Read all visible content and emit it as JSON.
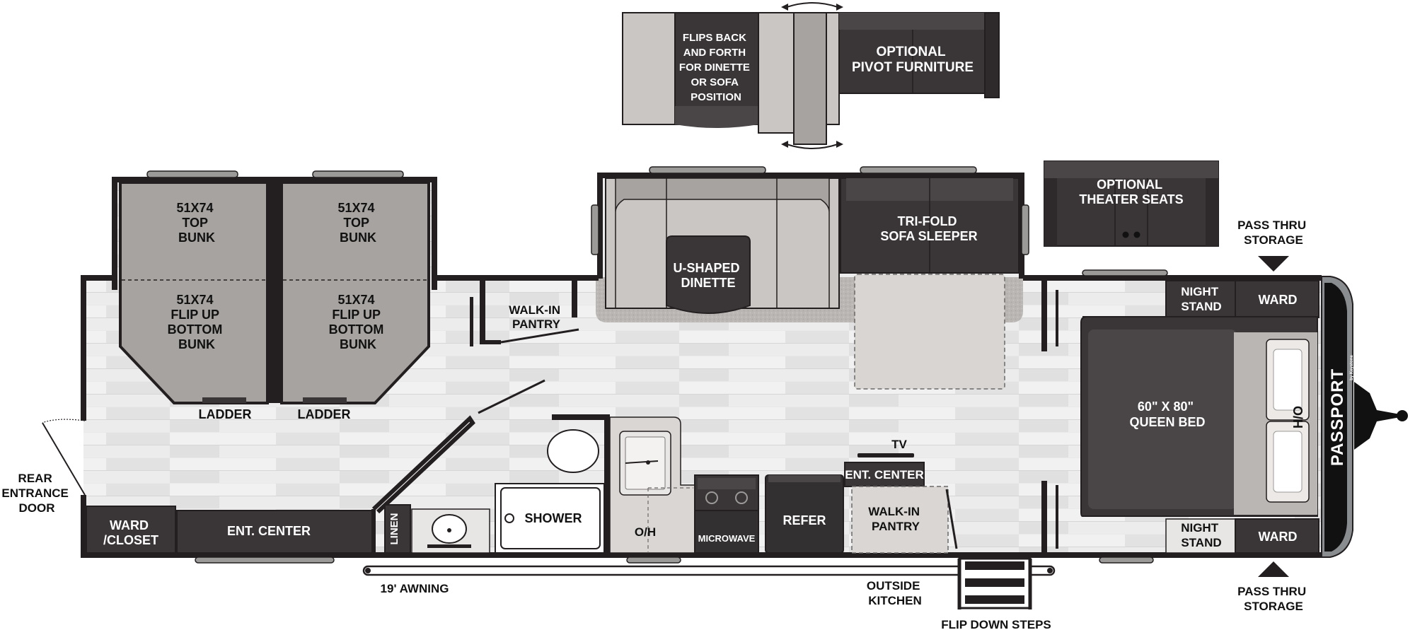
{
  "brand": "PASSPORT",
  "brand_sub": "by Keystone",
  "labels": {
    "flips_back": [
      "FLIPS BACK",
      "AND FORTH",
      "FOR DINETTE",
      "OR SOFA",
      "POSITION"
    ],
    "optional_pivot": [
      "OPTIONAL",
      "PIVOT FURNITURE"
    ],
    "optional_theater": [
      "OPTIONAL",
      "THEATER SEATS"
    ],
    "bunk_top_left": [
      "51X74",
      "TOP",
      "BUNK"
    ],
    "bunk_top_right": [
      "51X74",
      "TOP",
      "BUNK"
    ],
    "bunk_bottom_left": [
      "51X74",
      "FLIP UP",
      "BOTTOM",
      "BUNK"
    ],
    "bunk_bottom_right": [
      "51X74",
      "FLIP UP",
      "BOTTOM",
      "BUNK"
    ],
    "ladder_left": "LADDER",
    "ladder_right": "LADDER",
    "walk_in_pantry_top": [
      "WALK-IN",
      "PANTRY"
    ],
    "u_dinette": [
      "U-SHAPED",
      "DINETTE"
    ],
    "tri_fold": [
      "TRI-FOLD",
      "SOFA SLEEPER"
    ],
    "pass_thru_top": [
      "PASS THRU",
      "STORAGE"
    ],
    "pass_thru_bottom": [
      "PASS THRU",
      "STORAGE"
    ],
    "night_stand_top": [
      "NIGHT",
      "STAND"
    ],
    "night_stand_bottom": [
      "NIGHT",
      "STAND"
    ],
    "ward_top": "WARD",
    "ward_bottom": "WARD",
    "queen_bed": [
      "60\" X 80\"",
      "QUEEN BED"
    ],
    "oh_bed": "O/H",
    "rear_door": [
      "REAR",
      "ENTRANCE",
      "DOOR"
    ],
    "ward_closet": [
      "WARD",
      "/CLOSET"
    ],
    "ent_center_rear": "ENT. CENTER",
    "linen": "LINEN",
    "shower": "SHOWER",
    "oh_kitchen": "O/H",
    "microwave": "MICROWAVE",
    "refer": "REFER",
    "tv": "TV",
    "ent_center_front": "ENT. CENTER",
    "walk_in_pantry_bottom": [
      "WALK-IN",
      "PANTRY"
    ],
    "awning": "19' AWNING",
    "outside_kitchen": [
      "OUTSIDE",
      "KITCHEN"
    ],
    "flip_down_steps": "FLIP DOWN STEPS"
  },
  "colors": {
    "wall": "#231f20",
    "floor": "#e6e6e6",
    "furniture_gray": "#a7a3a0",
    "furniture_dark": "#3a3638",
    "appliance_dark": "#333031",
    "counter": "#d9d6d3"
  }
}
